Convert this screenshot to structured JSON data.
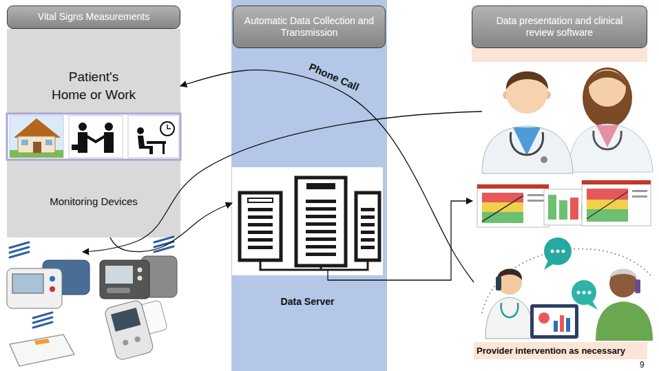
{
  "diagram": {
    "nodes": [
      {
        "text": [
          "Vital Signs Measurements"
        ]
      },
      {
        "text": [
          "Automatic Data Collection and Transmission"
        ]
      },
      {
        "text": [
          "Data presentation and clinical review software"
        ]
      },
      {
        "text": [
          "Patient's Home or Work"
        ]
      },
      {
        "text": [
          "Monitoring Devices"
        ]
      },
      {
        "text": [
          "Data Server"
        ]
      },
      {
        "text": [
          "Provider intervention as necessary"
        ]
      }
    ],
    "edges": [
      {
        "from": 4,
        "to": 5,
        "arrow": "to"
      },
      {
        "from": 6,
        "to": 3,
        "label": "Phone Call",
        "arrow": "to"
      }
    ],
    "labels": [
      "9"
    ]
  }
}
